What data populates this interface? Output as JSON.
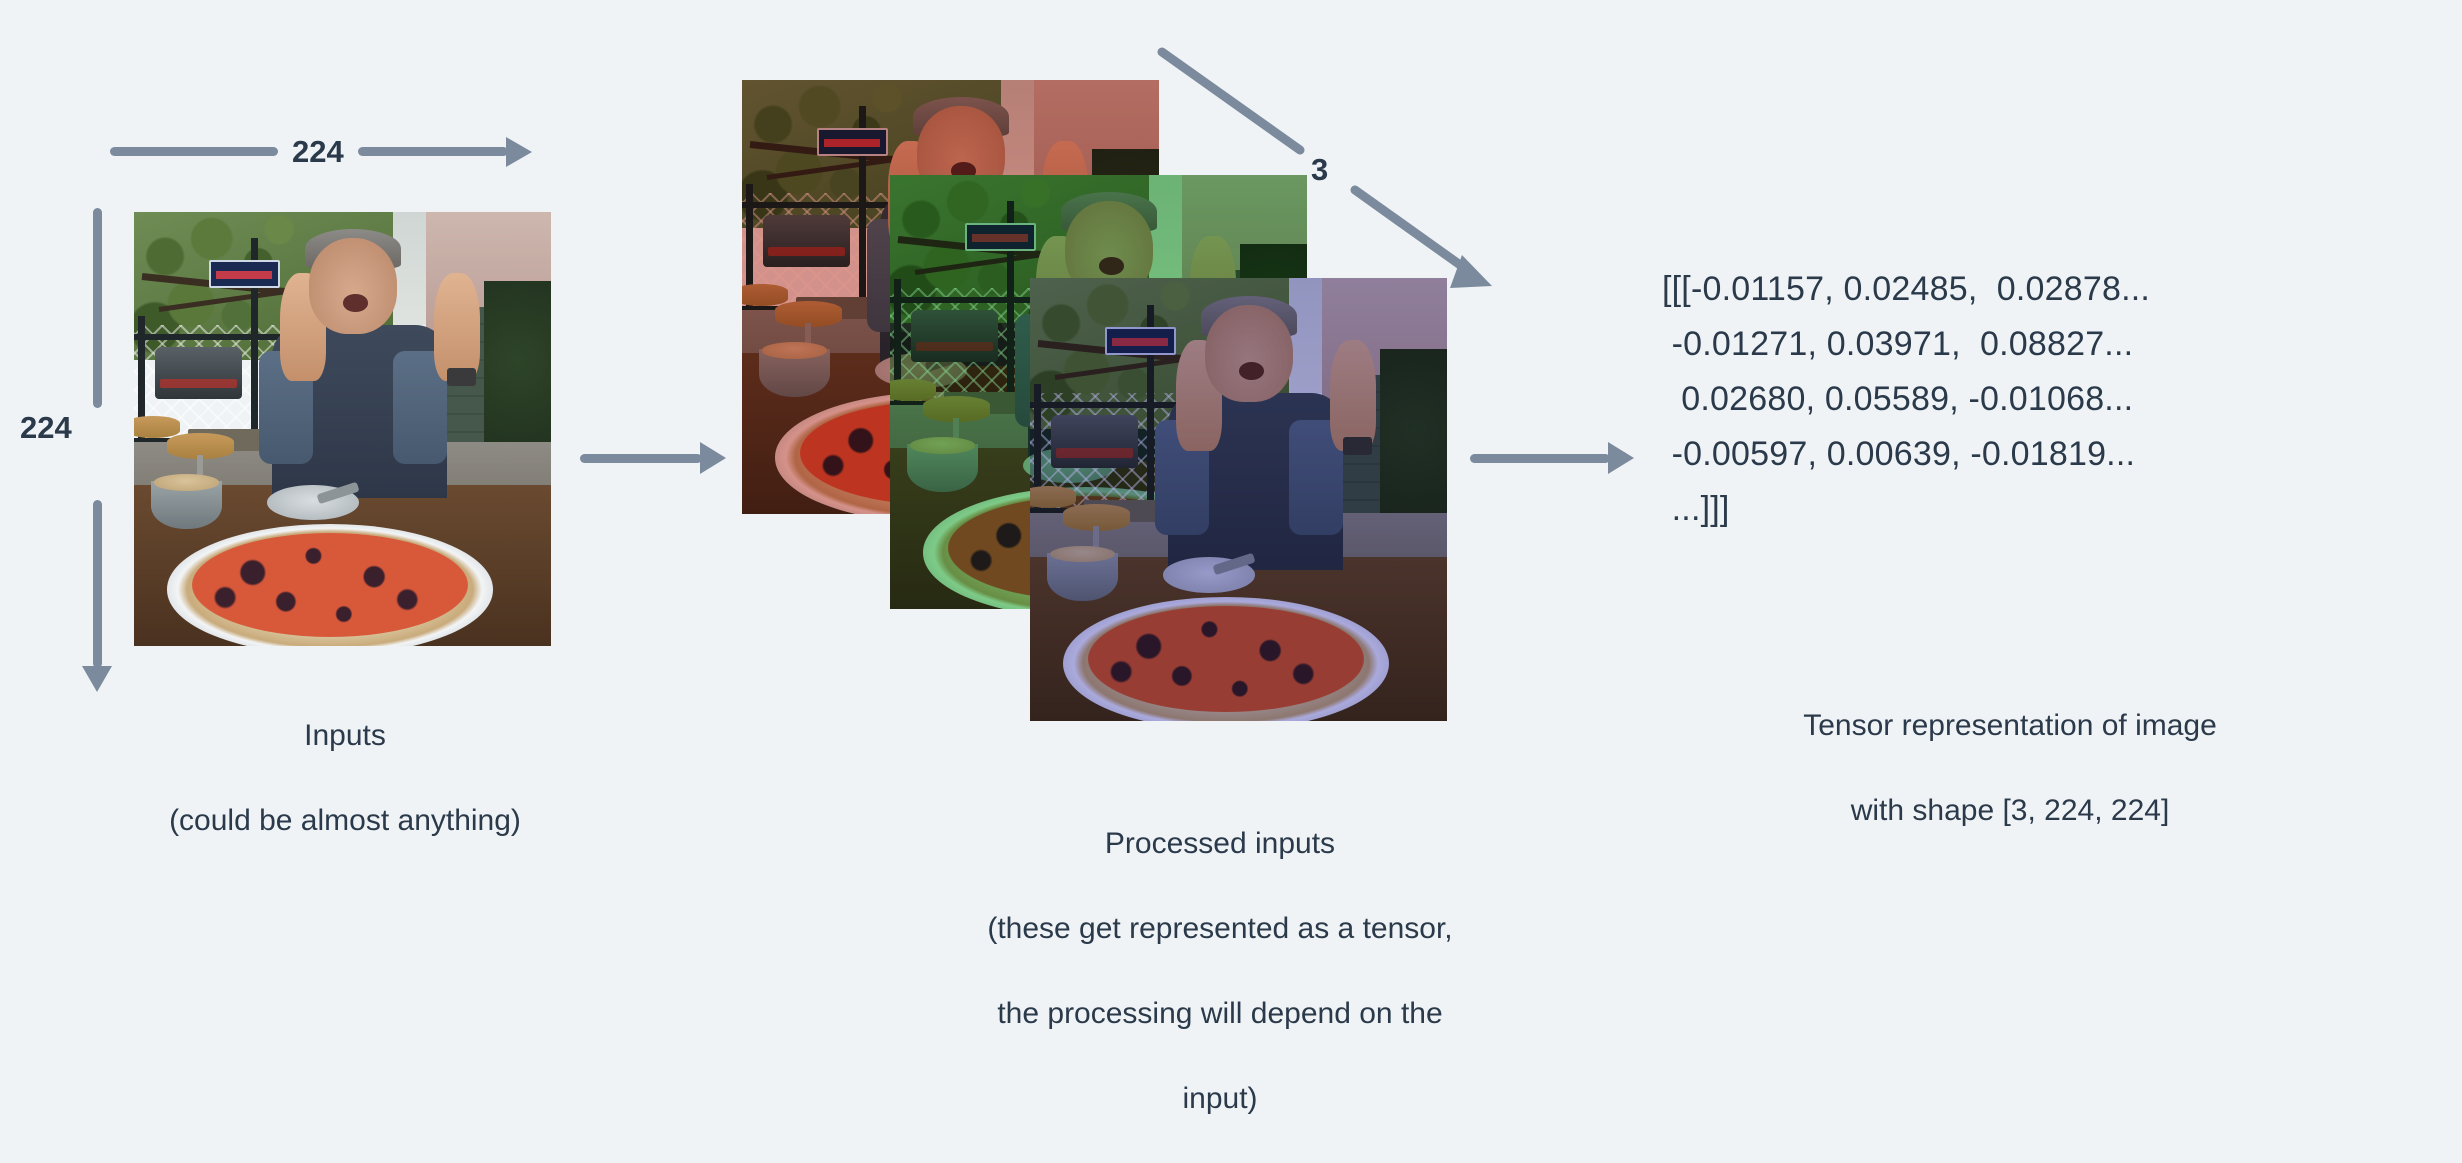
{
  "canvas": {
    "background_color": "#eff3f6",
    "text_color": "#2b3a4a",
    "arrow_color": "#7b8a9c"
  },
  "dimensions": {
    "width_label": "224",
    "height_label": "224",
    "channels_label": "3"
  },
  "input": {
    "photo_name": "man-giving-thumbs-up-with-pizza-photo",
    "caption_line1": "Inputs",
    "caption_line2": "(could be almost anything)"
  },
  "processed": {
    "photo_names": [
      "red-channel-image",
      "green-channel-image",
      "blue-channel-image"
    ],
    "caption_line1": "Processed inputs",
    "caption_line2": "(these get represented as a tensor,",
    "caption_line3": "the processing will depend on the",
    "caption_line4": "input)"
  },
  "tensor": {
    "lines": [
      "[[[-0.01157, 0.02485,  0.02878...",
      " -0.01271, 0.03971,  0.08827...",
      "  0.02680, 0.05589, -0.01068...",
      " -0.00597, 0.00639, -0.01819...",
      " ...]]]"
    ],
    "text": "[[[-0.01157, 0.02485,  0.02878...\n -0.01271, 0.03971,  0.08827...\n  0.02680, 0.05589, -0.01068...\n -0.00597, 0.00639, -0.01819...\n ...]]]",
    "caption_line1": "Tensor representation of image",
    "caption_line2": "with shape [3, 224, 224]"
  },
  "arrows": {
    "input_to_processed": "arrow-right",
    "processed_to_tensor": "arrow-right",
    "channel_depth": "diagonal-arrow-down-right"
  }
}
